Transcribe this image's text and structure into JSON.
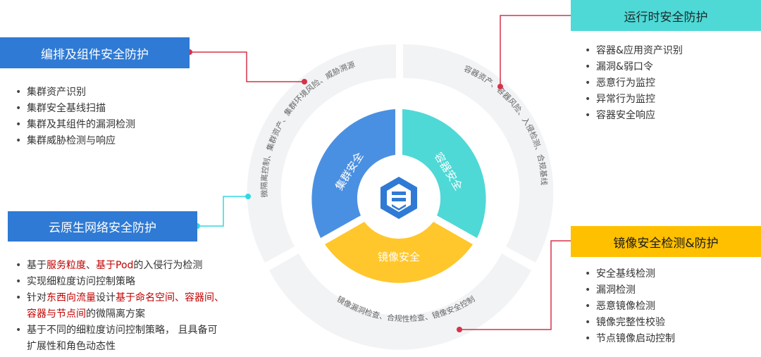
{
  "panels": {
    "top_left": {
      "title": "编排及组件安全防护",
      "items": [
        "集群资产识别",
        "集群安全基线扫描",
        "集群及其组件的漏洞检测",
        "集群威胁检测与响应"
      ]
    },
    "mid_left": {
      "title": "云原生网络安全防护",
      "items": [
        [
          {
            "t": "基于"
          },
          {
            "t": "服务粒度",
            "hl": true
          },
          {
            "t": "、"
          },
          {
            "t": "基于Pod",
            "hl": true
          },
          {
            "t": "的入侵行为检测"
          }
        ],
        [
          {
            "t": "实现细粒度访问控制策略"
          }
        ],
        [
          {
            "t": "针对"
          },
          {
            "t": "东西向流量",
            "hl": true
          },
          {
            "t": "设计"
          },
          {
            "t": "基于命名空间、容器间、",
            "hl": true
          }
        ],
        [
          {
            "t": "容器与节点间",
            "hl": true
          },
          {
            "t": "的微隔离方案"
          }
        ],
        [
          {
            "t": "基于不同的细粒度访问控制策略， 且具备可"
          }
        ],
        [
          {
            "t": "扩展性和角色动态性"
          }
        ]
      ]
    },
    "top_right": {
      "title": "运行时安全防护",
      "items": [
        "容器&应用资产识别",
        "漏洞&弱口令",
        "恶意行为监控",
        "异常行为监控",
        "容器安全响应"
      ]
    },
    "bottom_right": {
      "title": "镜像安全检测&防护",
      "items": [
        "安全基线检测",
        "漏洞检测",
        "恶意镜像检测",
        "镜像完整性校验",
        "节点镜像启动控制"
      ]
    }
  },
  "wheel": {
    "inner": {
      "cluster": "集群安全",
      "container": "容器安全",
      "image": "镜像安全"
    },
    "outer": {
      "left": "微隔离控制、集群资产、集群环境风险、威胁溯源",
      "right": "容器资产、容器风险、入侵检测、合规基线",
      "bottom": "镜像漏洞检查、合规性检查、镜像安全控制"
    }
  },
  "colors": {
    "blue": "#2f7ad4",
    "teal": "#4fd9d6",
    "yellow": "#ffc000",
    "segment_blue": "#4a90e2",
    "segment_teal": "#4fd9d6",
    "segment_yellow": "#ffc72c",
    "connector_red": "#d6324a",
    "connector_cyan": "#30d9e3",
    "outer_ring": "#f1f3f5"
  }
}
